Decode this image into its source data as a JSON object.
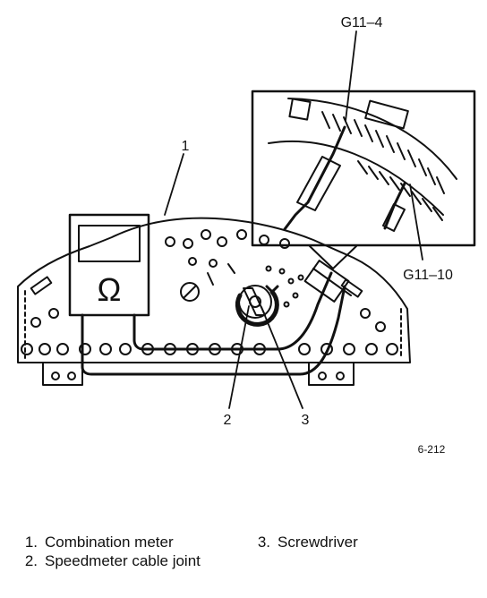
{
  "figure": {
    "callouts": {
      "c1": "1",
      "c2": "2",
      "c3": "3",
      "g11_4": "G11–4",
      "g11_10": "G11–10"
    },
    "ohm_symbol": "Ω",
    "figure_code": "6-212"
  },
  "legend": [
    {
      "num": "1.",
      "text": "Combination meter"
    },
    {
      "num": "2.",
      "text": "Speedmeter cable joint"
    },
    {
      "num": "3.",
      "text": "Screwdriver"
    }
  ],
  "icons": {
    "ohmmeter": "ohmmeter-icon",
    "screwdriver": "screwdriver-icon",
    "probe": "test-probe-icon"
  },
  "colors": {
    "ink": "#111111",
    "paper": "#ffffff"
  }
}
